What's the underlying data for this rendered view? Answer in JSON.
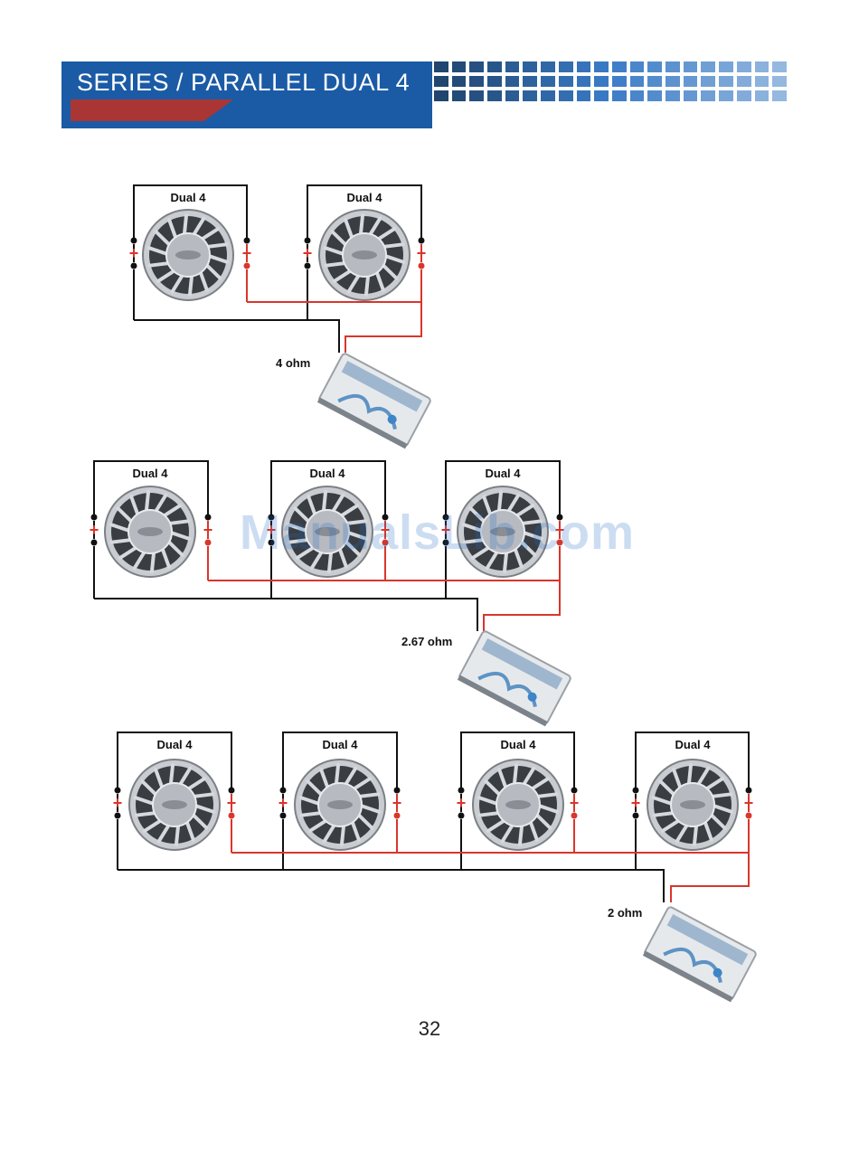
{
  "header": {
    "title": "SERIES / PARALLEL  DUAL 4",
    "colors": {
      "blue": "#1b5ba6",
      "red": "#a93634"
    }
  },
  "diagrams": [
    {
      "speaker_label": "Dual 4",
      "count": 2,
      "impedance": "4 ohm"
    },
    {
      "speaker_label": "Dual 4",
      "count": 3,
      "impedance": "2.67 ohm"
    },
    {
      "speaker_label": "Dual 4",
      "count": 4,
      "impedance": "2 ohm"
    }
  ],
  "terminals": {
    "plus": "+",
    "minus": "-"
  },
  "wire_colors": {
    "positive": "#d9362c",
    "negative": "#111111"
  },
  "watermark": "ManualsLib.com",
  "page_number": "32"
}
